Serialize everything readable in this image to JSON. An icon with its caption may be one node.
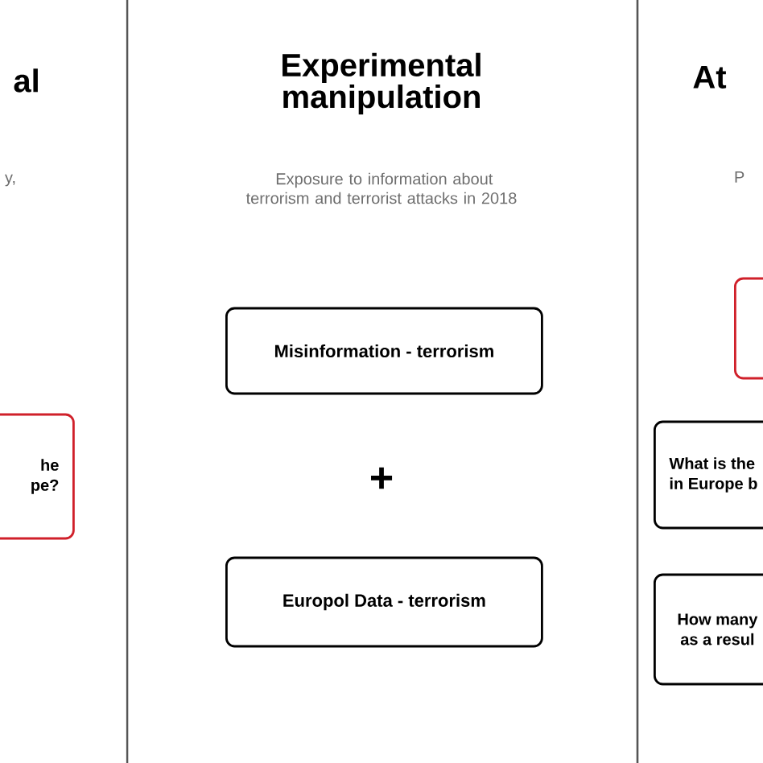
{
  "diagram": {
    "nodes": [
      {
        "text": [
          "he pe?"
        ]
      },
      {
        "text": [
          "Misinformation - terrorism"
        ]
      },
      {
        "text": [
          "Europol Data - terrorism"
        ]
      },
      {
        "text": [],
        "shape": "box"
      },
      {
        "text": [
          "What is the in Europe b"
        ]
      },
      {
        "text": [
          "How many as a resul"
        ]
      }
    ],
    "labels": [
      "al",
      "y,",
      "Experimental manipulation",
      "Exposure to information about terrorism and terrorist attacks in 2018",
      "+",
      "At",
      "P"
    ]
  }
}
